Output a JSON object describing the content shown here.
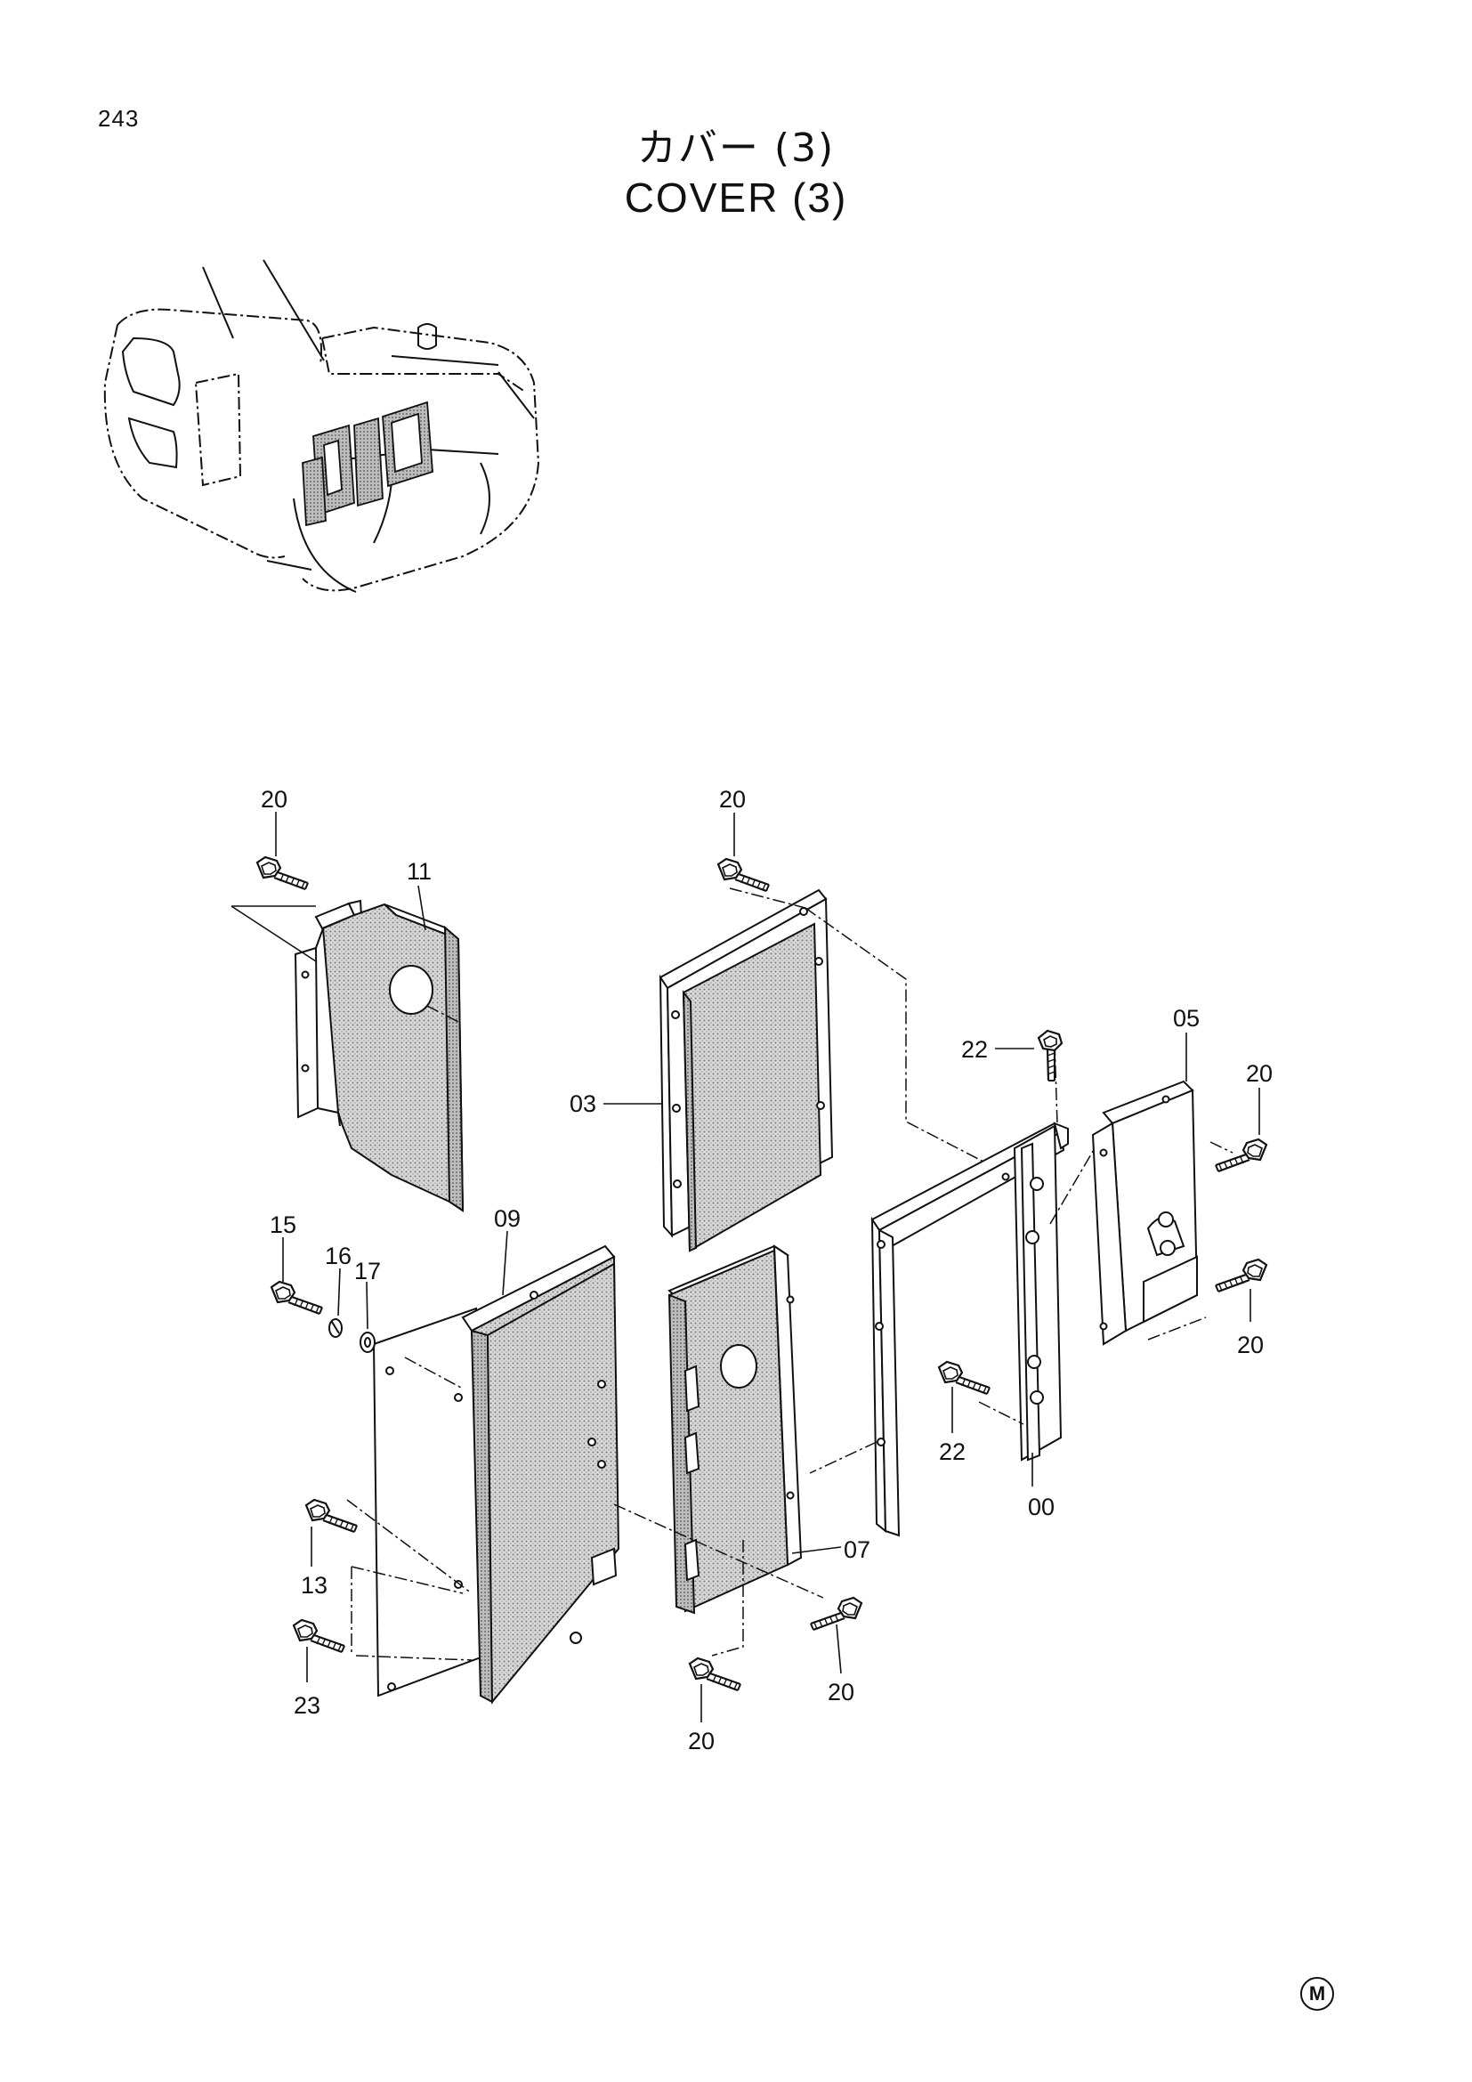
{
  "page": {
    "number": "243"
  },
  "title": {
    "jp": "カバー (3)",
    "en": "COVER (3)"
  },
  "callouts": {
    "c20_a": "20",
    "c11": "11",
    "c20_b": "20",
    "c03": "03",
    "c22_a": "22",
    "c05": "05",
    "c20_c": "20",
    "c15": "15",
    "c16": "16",
    "c17": "17",
    "c09": "09",
    "c20_d": "20",
    "c22_b": "22",
    "c00": "00",
    "c07": "07",
    "c13": "13",
    "c23": "23",
    "c20_e": "20",
    "c20_f": "20"
  },
  "mark": "M",
  "colors": {
    "line": "#111111",
    "hatch": "#9a9a9a"
  }
}
